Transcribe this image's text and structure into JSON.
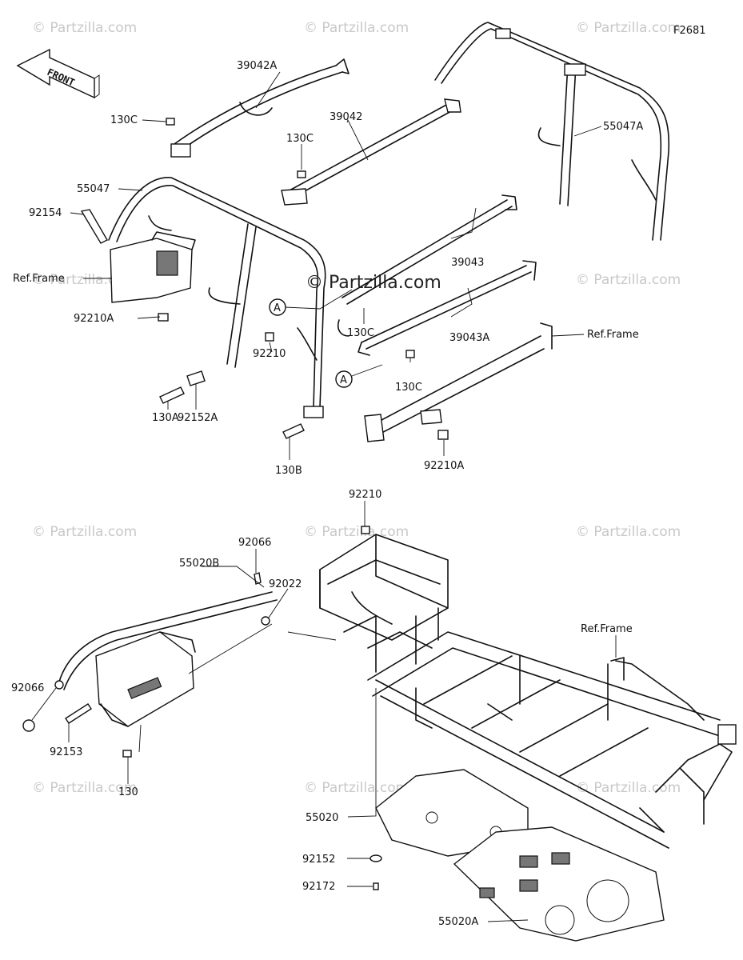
{
  "diagram": {
    "figure_code": "F2681",
    "front_label": "FRONT",
    "watermark": "© Partzilla.com",
    "watermark_center": "© Partzilla.com",
    "callout_ref": "A",
    "labels": {
      "p39042A": "39042A",
      "p130C_a": "130C",
      "p39042": "39042",
      "p130C_b": "130C",
      "p55047A": "55047A",
      "p55047": "55047",
      "p92154": "92154",
      "refFrame_a": "Ref.Frame",
      "p39043": "39043",
      "p92210A_a": "92210A",
      "p130C_c": "130C",
      "p39043A": "39043A",
      "refFrame_b": "Ref.Frame",
      "p92210": "92210",
      "p130C_d": "130C",
      "p130A": "130A",
      "p92152A": "92152A",
      "p130B": "130B",
      "p92210A_b": "92210A",
      "p92210_b": "92210",
      "p92066_a": "92066",
      "p55020B": "55020B",
      "p92022": "92022",
      "refFrame_c": "Ref.Frame",
      "p92066_b": "92066",
      "p92153": "92153",
      "p130": "130",
      "p55020": "55020",
      "p92152": "92152",
      "p92172": "92172",
      "p55020A": "55020A"
    }
  }
}
